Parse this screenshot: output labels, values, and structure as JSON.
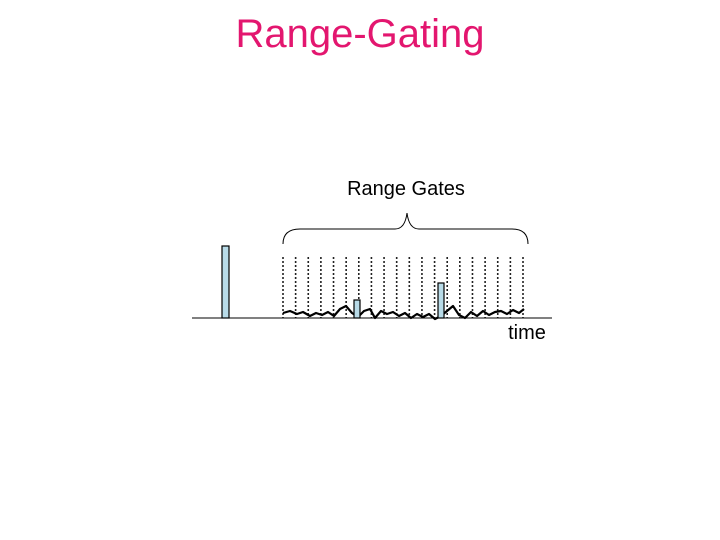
{
  "title": "Range-Gating",
  "brace_label": "Range Gates",
  "axis_label": "time",
  "colors": {
    "title": "#e3166f",
    "pulse_fill": "#b8dbe8",
    "stroke": "#000000",
    "gate_line": "#222222"
  },
  "gates": {
    "count": 20
  },
  "echoes": {
    "count": 2
  }
}
